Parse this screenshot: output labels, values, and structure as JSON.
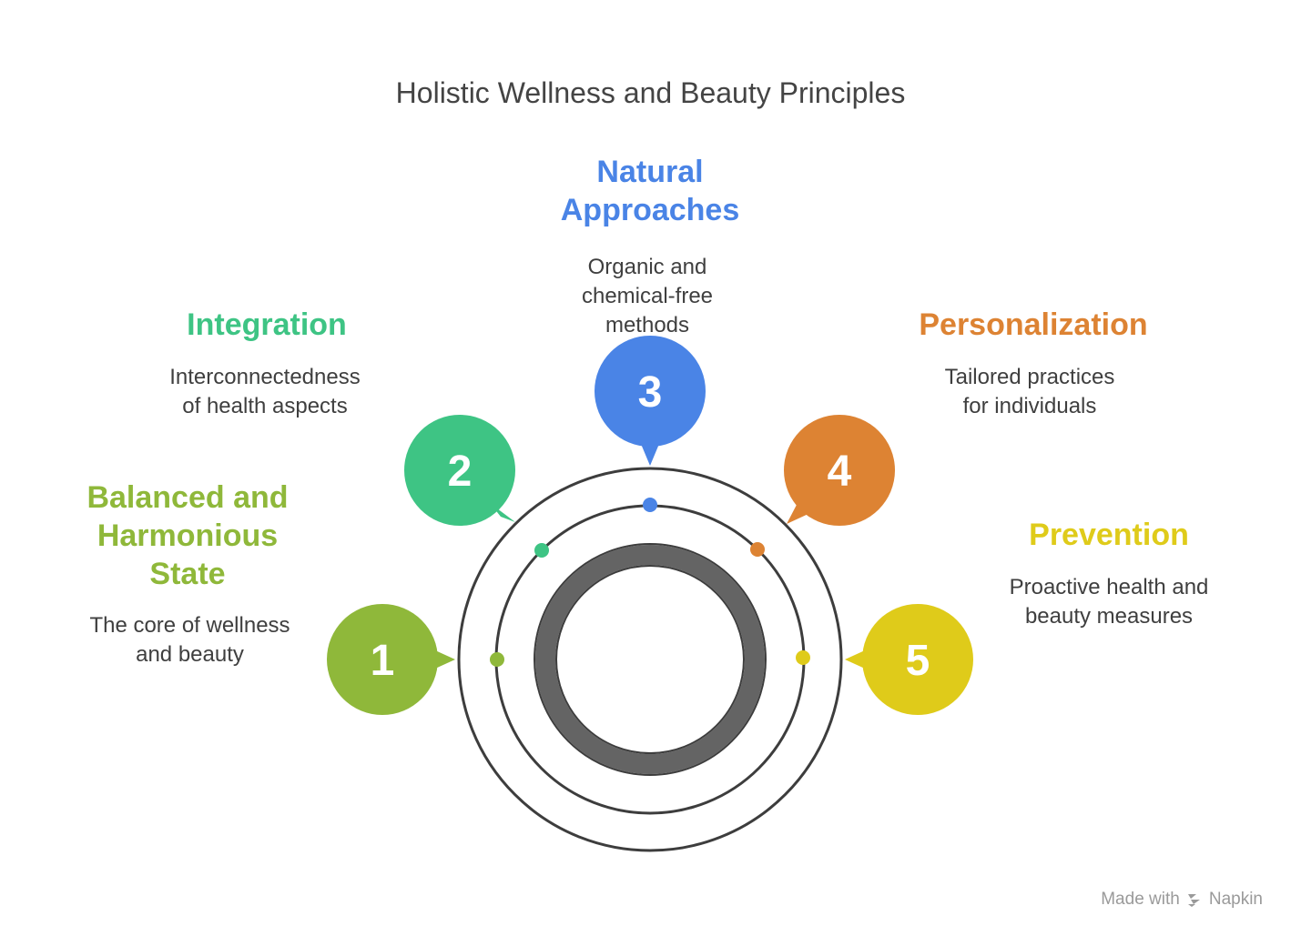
{
  "title": "Holistic Wellness and Beauty Principles",
  "steps": [
    {
      "number": "1",
      "heading": "Balanced and\nHarmonious\nState",
      "description": "The core of wellness\nand beauty",
      "color": "#8fb83a"
    },
    {
      "number": "2",
      "heading": "Integration",
      "description": "Interconnectedness\nof health aspects",
      "color": "#3ec484"
    },
    {
      "number": "3",
      "heading": "Natural\nApproaches",
      "description": "Organic and\nchemical-free\nmethods",
      "color": "#4a84e6"
    },
    {
      "number": "4",
      "heading": "Personalization",
      "description": "Tailored practices\nfor individuals",
      "color": "#dd8333"
    },
    {
      "number": "5",
      "heading": "Prevention",
      "description": "Proactive health and\nbeauty measures",
      "color": "#dfcb1a"
    }
  ],
  "watermark": {
    "prefix": "Made with",
    "brand": "Napkin",
    "icon": "napkin-logo-icon"
  },
  "colors": {
    "ring": "#3d3d3d",
    "core": "#646464",
    "text": "#3f3f3f"
  }
}
